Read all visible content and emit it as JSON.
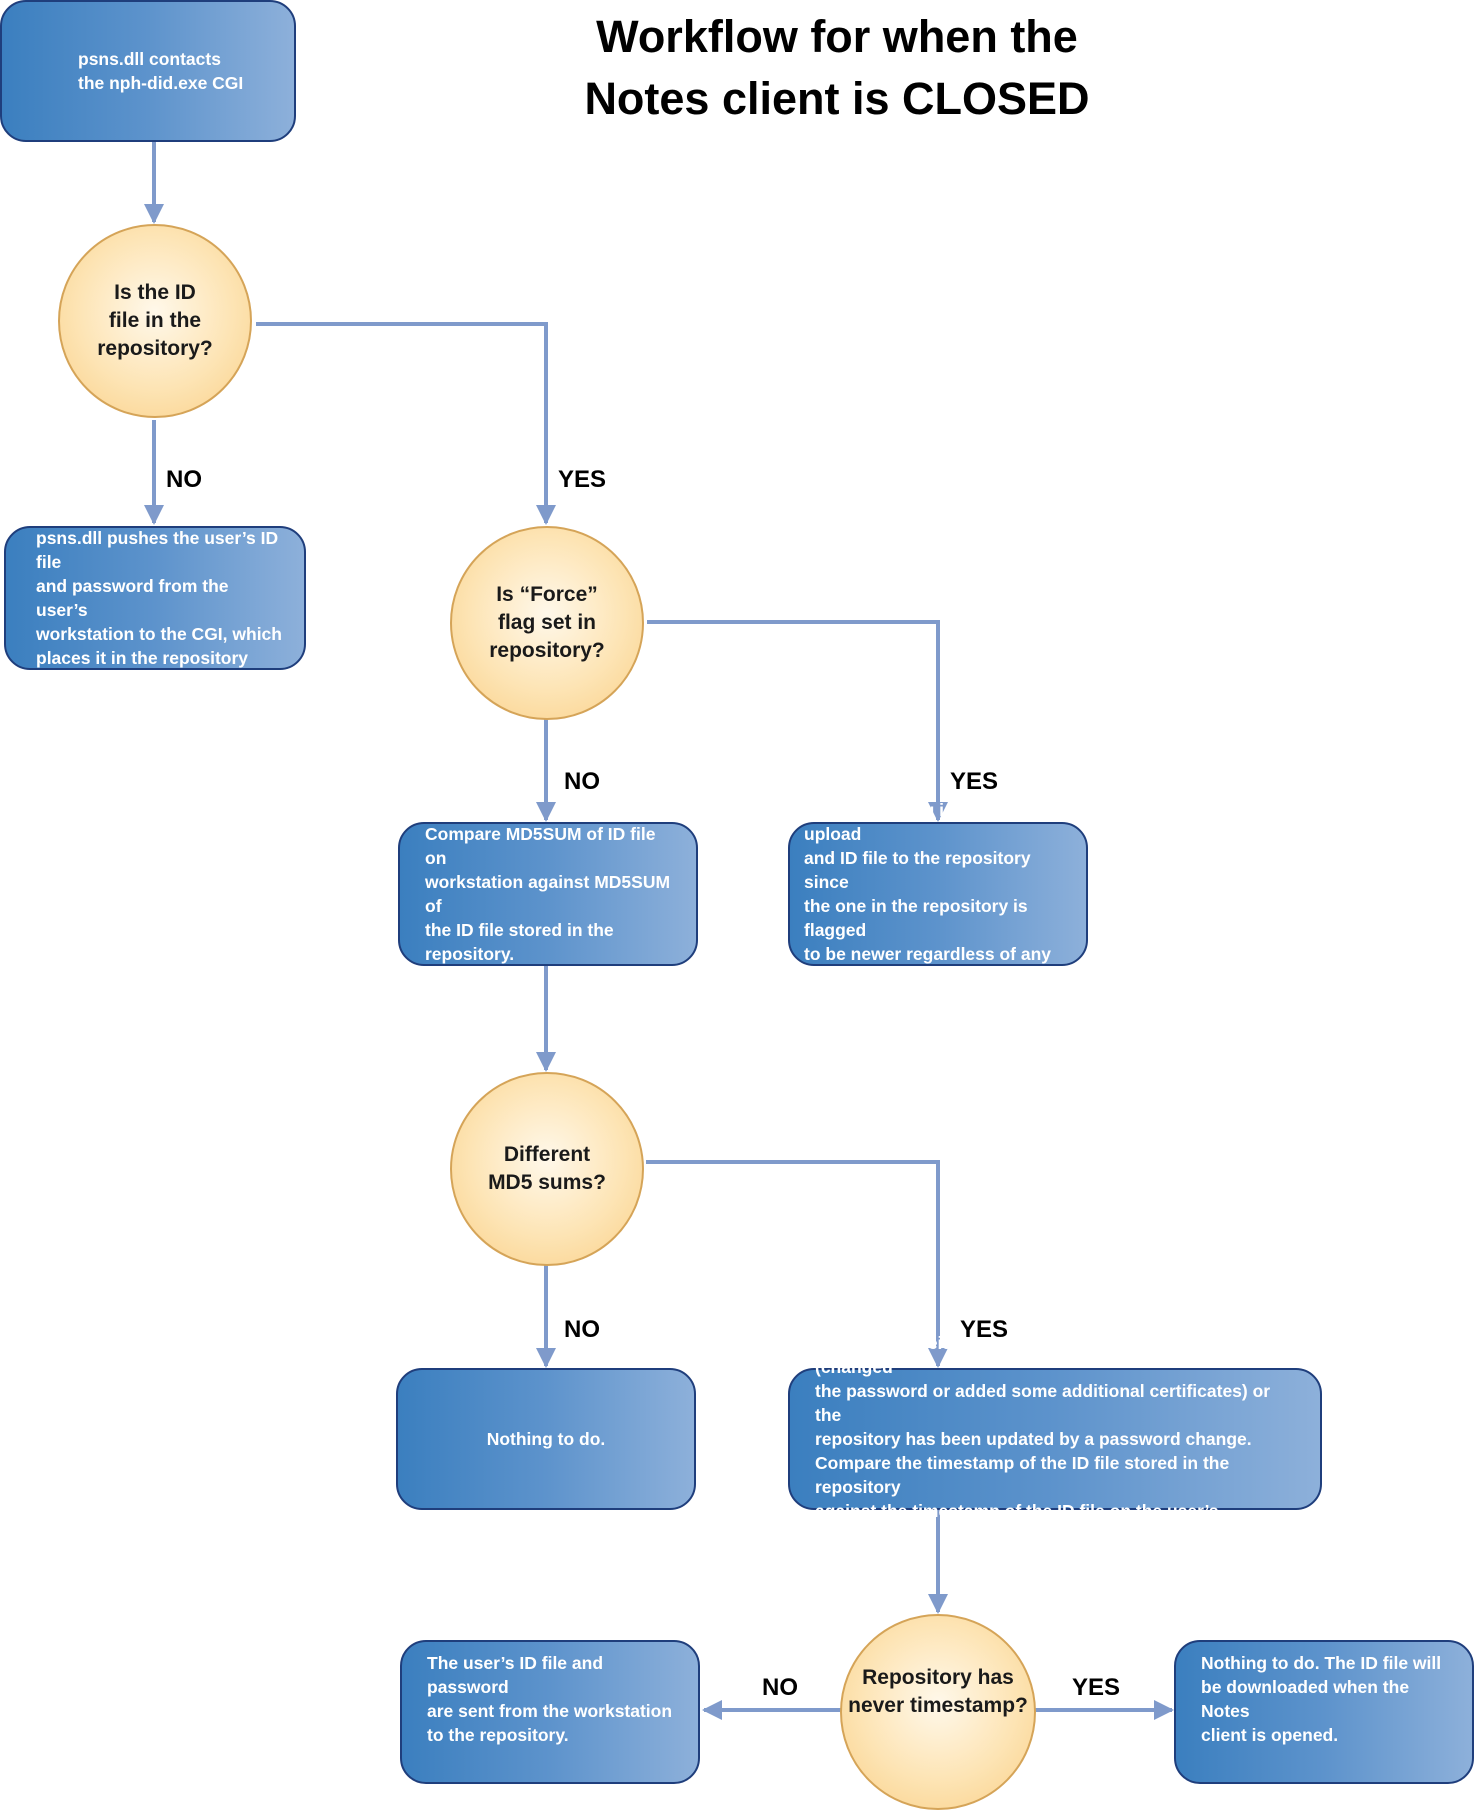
{
  "title": "Workflow for when the\nNotes client is CLOSED",
  "nodes": {
    "start": "psns.dll contacts\nthe nph-did.exe CGI",
    "q_id_in_repo": "Is the ID\nfile in the\nrepository?",
    "push_id": "psns.dll pushes the user’s ID file\nand password from the user’s\nworkstation to the CGI, which\nplaces it in the repository",
    "q_force_flag": "Is “Force”\nflag set in\nrepository?",
    "compare_md5": "Compare MD5SUM of ID file on\nworkstation against MD5SUM of\nthe ID file stored in the repository.",
    "force_set": "If the Force flag is set, don’t upload\nand ID file to the repository since\nthe one in the repository is flagged\nto be newer regardless of any\nother case.",
    "q_diff_md5": "Different\nMD5 sums?",
    "nothing_1": "Nothing to do.",
    "user_changed": "The user has either made a chnage to their ID file (changed\nthe password or added some additional certificates) or the\nrepository has been updated by a password change.\nCompare the timestamp of the ID file stored in the repository\nagainst the timestamp of the ID file on the user’s workstation.",
    "q_newer_ts": "Repository has\nnever timestamp?",
    "send_to_repo": "The user’s ID file and password\nare sent from the workstation\nto the repository.",
    "nothing_2": "Nothing to do. The ID file will\nbe downloaded when the Notes\nclient is opened."
  },
  "labels": {
    "no_1": "NO",
    "yes_1": "YES",
    "no_2": "NO",
    "yes_2": "YES",
    "no_3": "NO",
    "yes_3": "YES",
    "no_4": "NO",
    "yes_4": "YES"
  },
  "colors": {
    "box_start": "#3b7fbf",
    "box_end": "#8db0da",
    "box_border": "#1f3e7c",
    "circle_fill": "#fde4b4",
    "circle_border": "#d5a458",
    "connector": "#7f9acb"
  }
}
